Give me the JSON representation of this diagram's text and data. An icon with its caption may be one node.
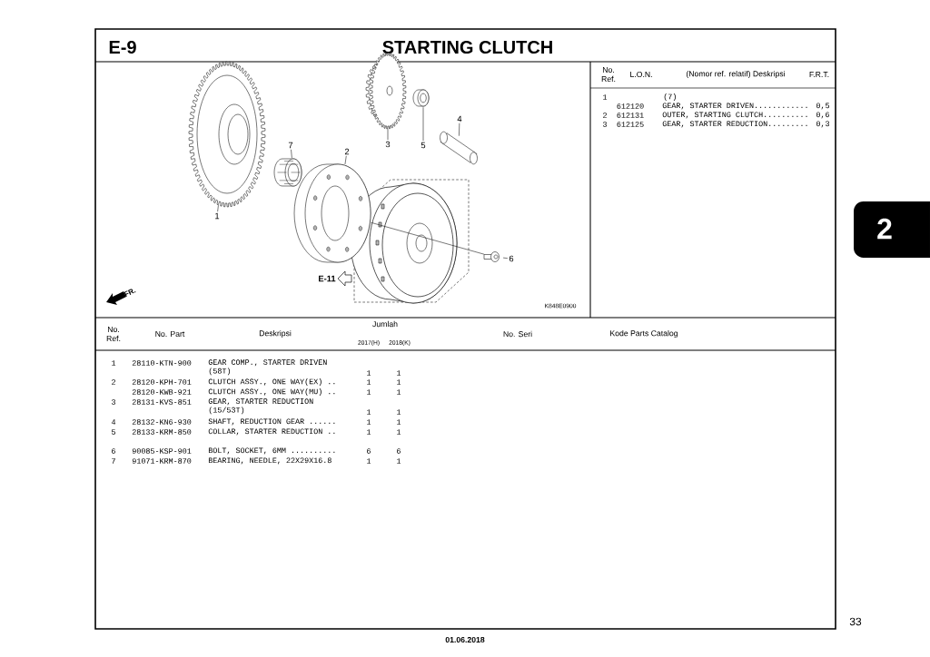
{
  "diagram": {
    "title": "STARTING CLUTCH",
    "nodes": [
      {
        "text": [
          "1"
        ]
      },
      {
        "text": [
          "2"
        ]
      },
      {
        "text": [
          "3"
        ]
      },
      {
        "text": [
          "4"
        ]
      },
      {
        "text": [
          "5"
        ]
      },
      {
        "text": [
          "6"
        ]
      },
      {
        "text": [
          "7"
        ]
      },
      {
        "text": [],
        "shape": "picture"
      },
      {
        "text": [],
        "shape": "picture"
      },
      {
        "text": [],
        "shape": "picture"
      },
      {
        "text": [],
        "shape": "picture"
      },
      {
        "text": [],
        "shape": "picture"
      },
      {
        "text": [],
        "shape": "picture"
      },
      {
        "text": [],
        "shape": "picture"
      },
      {
        "text": [],
        "shape": "arrow"
      }
    ],
    "edges": [
      {
        "from": 0,
        "to": 7,
        "arrow": "none"
      },
      {
        "from": 1,
        "to": 8,
        "arrow": "none"
      },
      {
        "from": 2,
        "to": 9,
        "arrow": "none"
      },
      {
        "from": 3,
        "to": 10,
        "arrow": "none"
      },
      {
        "from": 4,
        "to": 11,
        "arrow": "none"
      },
      {
        "from": 5,
        "to": 12,
        "arrow": "none"
      },
      {
        "from": 6,
        "to": 13,
        "arrow": "none"
      },
      {
        "from": 8,
        "to": 12,
        "arrow": "none"
      }
    ],
    "labels": [
      "E-9",
      "FR.",
      "E-11",
      "K848E0900",
      "No. Ref.",
      "L.O.N.",
      "(Nomor ref. relatif) Deskripsi",
      "F.R.T.",
      "1",
      "(7)",
      "612120",
      "GEAR, STARTER DRIVEN............",
      "0,5",
      "2",
      "612131",
      "OUTER, STARTING CLUTCH..........",
      "0,6",
      "3",
      "612125",
      "GEAR, STARTER REDUCTION.........",
      "0,3",
      "2",
      "No. Ref.",
      "No. Part",
      "Deskripsi",
      "Jumlah",
      "2017(H)",
      "2018(K)",
      "No. Seri",
      "Kode Parts Catalog",
      "1",
      "28110-KTN-900",
      "GEAR COMP., STARTER DRIVEN (58T)",
      "1",
      "1",
      "2",
      "28120-KPH-701",
      "CLUTCH ASSY., ONE WAY(EX) ..",
      "1",
      "1",
      "28120-KWB-921",
      "CLUTCH ASSY., ONE WAY(MU) ..",
      "1",
      "1",
      "3",
      "28131-KVS-851",
      "GEAR, STARTER REDUCTION (15/53T)",
      "1",
      "1",
      "4",
      "28132-KN6-930",
      "SHAFT, REDUCTION GEAR ......",
      "1",
      "1",
      "5",
      "28133-KRM-850",
      "COLLAR, STARTER REDUCTION ..",
      "1",
      "1",
      "6",
      "90085-KSP-901",
      "BOLT, SOCKET, 6MM ..........",
      "6",
      "6",
      "7",
      "91071-KRM-870",
      "BEARING, NEEDLE, 22X29X16.8",
      "1",
      "1",
      "33",
      "01.06.2018"
    ]
  }
}
